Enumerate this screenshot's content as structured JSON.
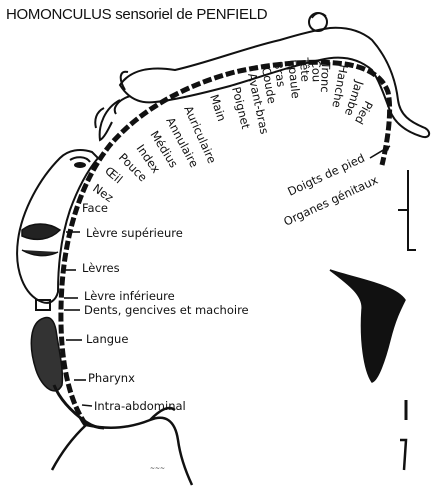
{
  "title": "HOMONCULUS sensoriel de PENFIELD",
  "labels": {
    "orteils_note": "",
    "organes_genitaux": "Organes génitaux",
    "doigts_de_pied": "Doigts de pied",
    "pied": "Pied",
    "jambe": "Jambe",
    "hanche": "Hanche",
    "tronc": "Tronc",
    "cou": "Cou",
    "tete": "Tête",
    "epaule": "Épaule",
    "bras": "Bras",
    "coude": "Coude",
    "avant_bras": "Avant-bras",
    "poignet": "Poignet",
    "main": "Main",
    "auriculaire": "Auriculaire",
    "annulaire": "Annulaire",
    "medius": "Médius",
    "index": "Index",
    "pouce": "Pouce",
    "oeil": "Œil",
    "nez": "Nez",
    "face": "Face",
    "levre_superieure": "Lèvre supérieure",
    "levres": "Lèvres",
    "levre_inferieure": "Lèvre inférieure",
    "dents": "Dents, gencives et machoire",
    "langue": "Langue",
    "pharynx": "Pharynx",
    "intra_abdominal": "Intra-abdominal"
  }
}
